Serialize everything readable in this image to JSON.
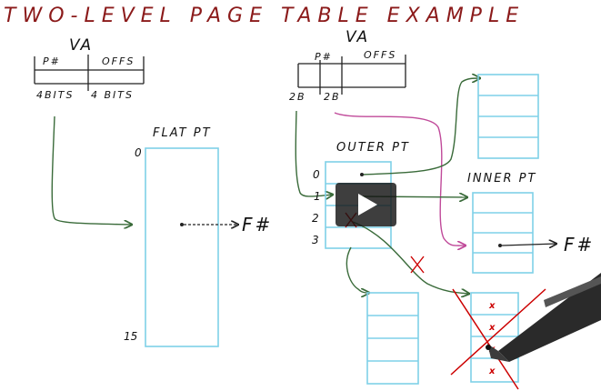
{
  "title": "TWO-LEVEL   PAGE TABLE   EXAMPLE",
  "flat_example": {
    "va_label": "VA",
    "field_page": "P#",
    "field_offset": "OFFS",
    "bits_page": "4BITS",
    "bits_offset": "4 BITS",
    "table_label": "FLAT PT",
    "index_first": "0",
    "index_last": "15",
    "result": "F#"
  },
  "two_level_example": {
    "va_label": "VA",
    "field_page": "P#",
    "field_offset": "OFFS",
    "bits_outer": "2B",
    "bits_inner": "2B",
    "outer_label": "OUTER PT",
    "outer_indices": [
      "0",
      "1",
      "2",
      "3"
    ],
    "inner_label": "INNER PT",
    "result": "F#",
    "invalid_entry_marks": [
      "x",
      "x",
      "x",
      "x"
    ]
  },
  "colors": {
    "title": "#8b1a1a",
    "arrow_green": "#3a6b3a",
    "table_blue": "#7fd0e8",
    "magenta": "#c04a9a",
    "cross_red": "#cc0000"
  },
  "video": {
    "play_icon": "play-icon"
  }
}
